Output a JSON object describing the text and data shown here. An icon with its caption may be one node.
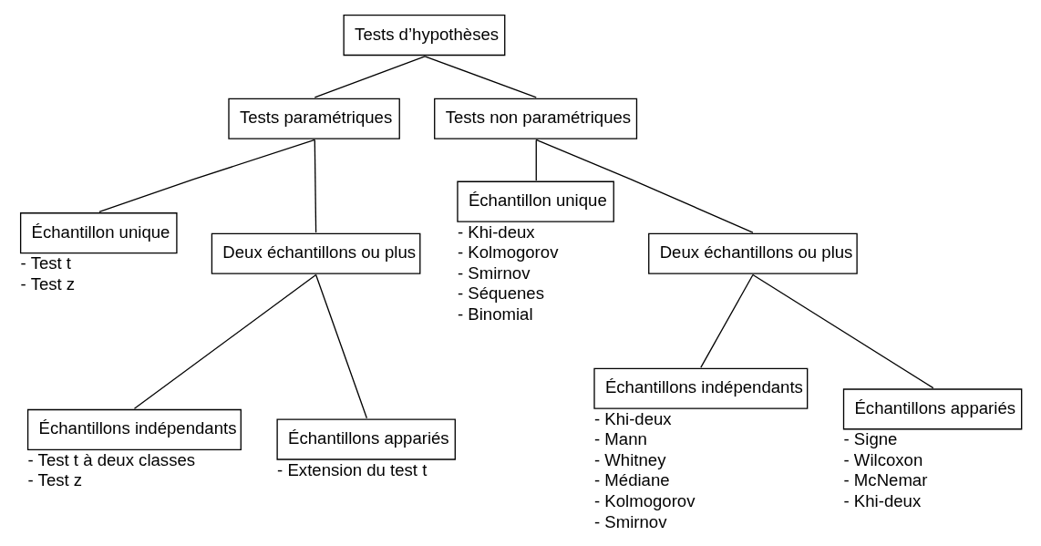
{
  "diagram": {
    "nodes": [
      {
        "text": [
          "Tests d’hypothèses"
        ]
      },
      {
        "text": [
          "Tests paramétriques"
        ]
      },
      {
        "text": [
          "Tests non paramétriques"
        ]
      },
      {
        "text": [
          "Échantillon unique"
        ],
        "beside": [
          "- Test t",
          "- Test z"
        ]
      },
      {
        "text": [
          "Deux échantillons ou plus"
        ]
      },
      {
        "text": [
          "Échantillons indépendants"
        ],
        "beside": [
          "- Test t à deux classes",
          "- Test z"
        ]
      },
      {
        "text": [
          "Échantillons appariés"
        ],
        "beside": [
          "- Extension du test t"
        ]
      },
      {
        "text": [
          "Échantillon unique"
        ],
        "beside": [
          "- Khi-deux",
          "- Kolmogorov",
          "- Smirnov",
          "- Séquenes",
          "- Binomial"
        ]
      },
      {
        "text": [
          "Deux échantillons ou plus"
        ]
      },
      {
        "text": [
          "Échantillons indépendants"
        ],
        "beside": [
          "- Khi-deux",
          "- Mann",
          "- Whitney",
          "- Médiane",
          "- Kolmogorov",
          "- Smirnov"
        ]
      },
      {
        "text": [
          "Échantillons appariés"
        ],
        "beside": [
          "- Signe",
          "- Wilcoxon",
          "- McNemar",
          "- Khi-deux"
        ]
      }
    ],
    "edges": [
      {
        "from": 0,
        "to": 1,
        "arrow": "none"
      },
      {
        "from": 0,
        "to": 2,
        "arrow": "none"
      },
      {
        "from": 1,
        "to": 3,
        "arrow": "none"
      },
      {
        "from": 1,
        "to": 4,
        "arrow": "none"
      },
      {
        "from": 4,
        "to": 5,
        "arrow": "none"
      },
      {
        "from": 4,
        "to": 6,
        "arrow": "none"
      },
      {
        "from": 2,
        "to": 7,
        "arrow": "none"
      },
      {
        "from": 2,
        "to": 8,
        "arrow": "none"
      },
      {
        "from": 8,
        "to": 9,
        "arrow": "none"
      },
      {
        "from": 8,
        "to": 10,
        "arrow": "none"
      }
    ]
  }
}
